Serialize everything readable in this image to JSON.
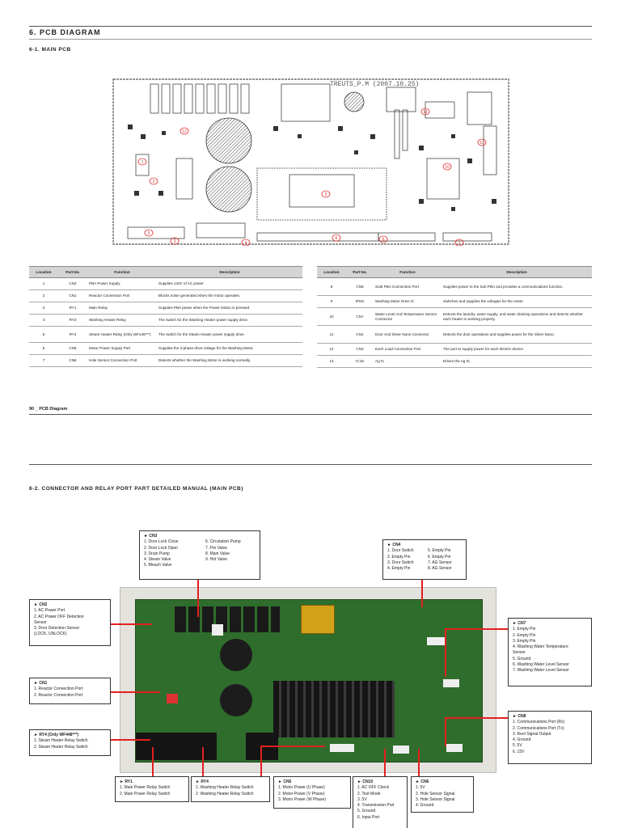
{
  "section_title": "6.  PCB DIAGRAM",
  "sub1": "6-1.  MAIN PCB",
  "board_label": "TREUTS_P.M (2007.10.25)",
  "markers": [
    "1",
    "2",
    "3",
    "4",
    "5",
    "6",
    "7",
    "8",
    "9",
    "10",
    "11",
    "12",
    "13"
  ],
  "table_headers": [
    "Location",
    "Part No.",
    "Function",
    "Description"
  ],
  "table_left": [
    [
      "1",
      "CN2",
      "PBA Power Supply",
      "Supplies 120V of AC power"
    ],
    [
      "2",
      "CN1",
      "Reactor Connection Port",
      "Blocks noise generated when the motor operates."
    ],
    [
      "3",
      "RY1",
      "Main Relay",
      "Supplies PBA power when the Power button is pressed."
    ],
    [
      "4",
      "RY3",
      "Washing Heater Relay",
      "The switch for the Washing Heater power supply drive."
    ],
    [
      "5",
      "RY4",
      "Steam Heater Relay (Only WF448***)",
      "The switch for the Steam Heater power supply drive."
    ],
    [
      "6",
      "CN5",
      "Motor Power Supply Port",
      "Supplies the 3-phase drive voltage for the Washing Motor."
    ],
    [
      "7",
      "CN6",
      "Hole Sensor Connection Port",
      "Detects whether the Washing Motor is working normally."
    ]
  ],
  "table_right": [
    [
      "8",
      "CN8",
      "SUB PBA Connection Port",
      "Supplies power to the Sub PBA and provides a communications function."
    ],
    [
      "9",
      "IPM1",
      "Washing Motor Drive IC",
      "Switches and supplies the voltages for the motor."
    ],
    [
      "10",
      "CN7",
      "Water Level And Temperature Sensor Connector",
      "Detects the laundry, water supply, and water draining operations and detects whether each heater is working properly."
    ],
    [
      "11",
      "CN4",
      "Door And Silver Nano Connector",
      "Detects the door operations and supplies power for the Silver Nano."
    ],
    [
      "12",
      "CN3",
      "Each Load Connection Port",
      "The port to supply power for each electric device."
    ],
    [
      "13",
      "IC18",
      "Ag IC",
      "Drives the Ag IC."
    ]
  ],
  "footer": "90 _ PCB Diagram",
  "sub2": "6-2.  CONNECTOR AND RELAY PORT PART DETAILED MANUAL (MAIN PCB)",
  "callouts": {
    "cn3": {
      "title": "► CN3",
      "col1": [
        "1.  Door Lock Close",
        "2.  Door Lock Open",
        "3.  Drain Pump",
        "4.  Steam Valve",
        "5.  Bleach Valve"
      ],
      "col2": [
        "6.  Circulation Pump",
        "7.  Pre Valve",
        "8.  Main Valve",
        "9.  Hot Valve"
      ]
    },
    "cn4": {
      "title": "► CN4",
      "col1": [
        "1.  Door Switch",
        "2.  Empty Pin",
        "3.  Door Switch",
        "4.  Empty Pin"
      ],
      "col2": [
        "5.  Empty Pin",
        "6.  Empty Pin",
        "7.  AG Sensor",
        "8.  AG Sensor"
      ]
    },
    "cn2": {
      "title": "► CN2",
      "items": [
        "1.  AC Power Port",
        "2.  AC Power OFF Detection",
        "     Sensor",
        "3.  Door Detection Sensor",
        "     (LOCK, UNLOCK)"
      ]
    },
    "cn7": {
      "title": "► CN7",
      "items": [
        "1.  Empty Pin",
        "2.  Empty Pin",
        "3.  Empty Pin",
        "4.  Washing Water Temperature",
        "     Sensor",
        "5.  Ground",
        "6.  Washing Water Level Sensor",
        "7.  Washing Water Level Sensor"
      ]
    },
    "cn1": {
      "title": "► CN1",
      "items": [
        "1.  Reactor Connection Port",
        "2.  Reactor Connection Port"
      ]
    },
    "cn8": {
      "title": "► CN8",
      "items": [
        "1.  Communications Port (Rx)",
        "2.  Communications Port (Tx)",
        "3.  Reel Signal Output",
        "4.  Ground",
        "5.  5V",
        "6.  15V"
      ]
    },
    "ry4": {
      "title": "► RY4 (Only WF448***)",
      "items": [
        "1. Steam Heater Relay Switch",
        "2. Steam Heater Relay Switch"
      ]
    },
    "ry1": {
      "title": "► RY1",
      "items": [
        "1.  Main Power Relay Switch",
        "2.  Main Power Relay Switch"
      ]
    },
    "ry3": {
      "title": "► RY4",
      "items": [
        "1.  Washing Heater Relay Switch",
        "2.  Washing Heater Relay Switch"
      ]
    },
    "cn5": {
      "title": "► CN5",
      "items": [
        "1.  Motor Power (U Phase)",
        "2.  Motor Power (V Phase)",
        "3.  Motor Power (W Phase)"
      ]
    },
    "cn10": {
      "title": "► CN10",
      "items": [
        "1. AC OFF Check",
        "2. Test Mode",
        "3. 5V",
        "4. Transmission Port",
        "5. Ground",
        "6. Input Port"
      ]
    },
    "cn6": {
      "title": "► CN6",
      "items": [
        "1.  5V",
        "2. Hole Sensor Signal",
        "3. Hole Sensor Signal",
        "4. Ground"
      ]
    }
  }
}
